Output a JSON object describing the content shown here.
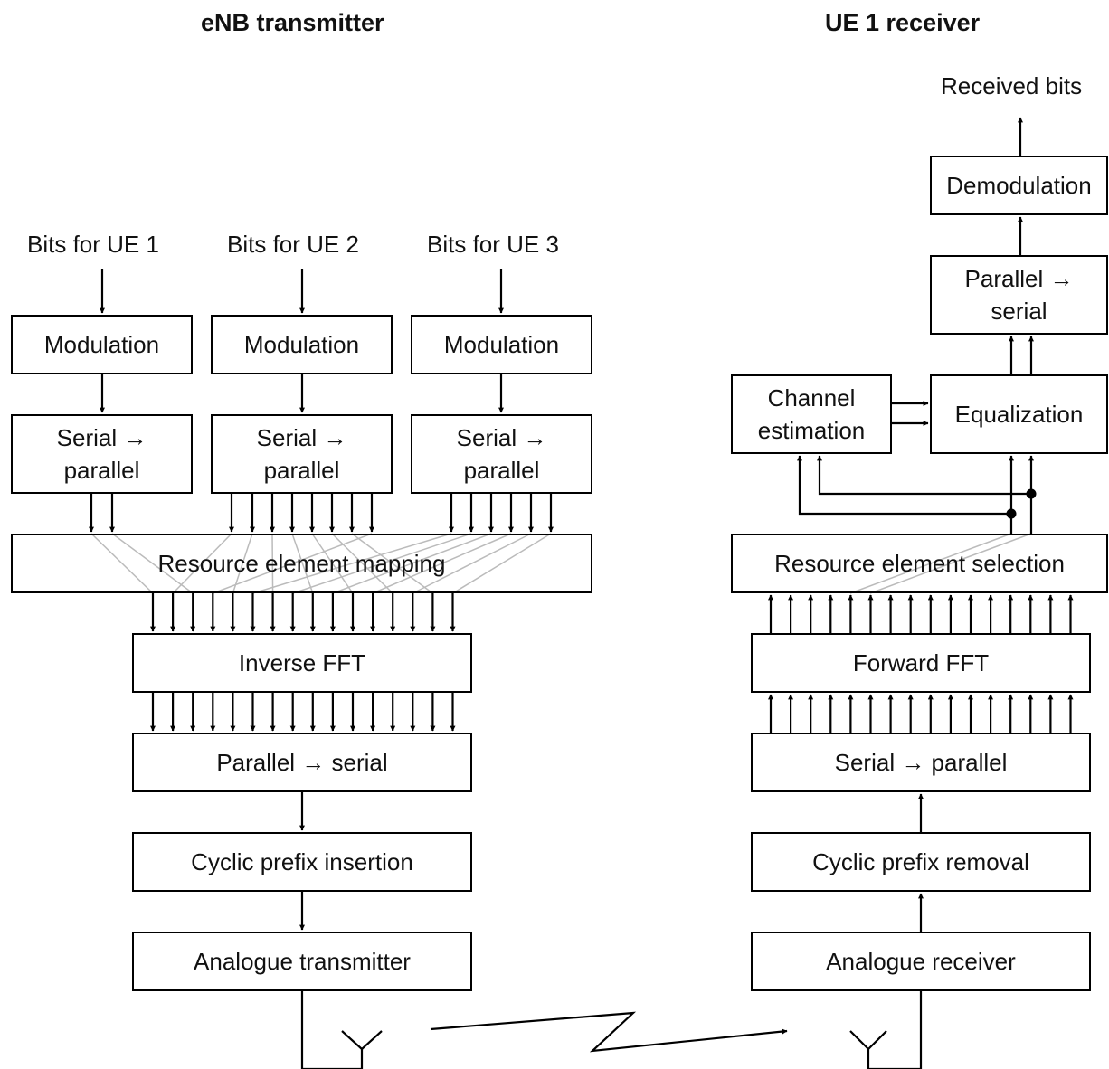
{
  "titles": {
    "transmitter": "eNB transmitter",
    "receiver": "UE 1 receiver"
  },
  "transmitter": {
    "inputs": [
      "Bits for UE 1",
      "Bits for UE 2",
      "Bits for UE 3"
    ],
    "modulation": "Modulation",
    "serial_to_parallel": "Serial →\nparallel",
    "resource_mapping": "Resource element mapping",
    "inverse_fft": "Inverse FFT",
    "parallel_to_serial": "Parallel → serial",
    "cp_insertion": "Cyclic prefix insertion",
    "analogue_tx": "Analogue transmitter"
  },
  "receiver": {
    "output": "Received bits",
    "demodulation": "Demodulation",
    "parallel_to_serial": "Parallel →\nserial",
    "channel_estimation": "Channel\nestimation",
    "equalization": "Equalization",
    "resource_selection": "Resource element selection",
    "forward_fft": "Forward FFT",
    "serial_to_parallel": "Serial → parallel",
    "cp_removal": "Cyclic prefix removal",
    "analogue_rx": "Analogue receiver"
  },
  "colors": {
    "line": "#000000",
    "mapping_line": "#bbbbbb"
  }
}
